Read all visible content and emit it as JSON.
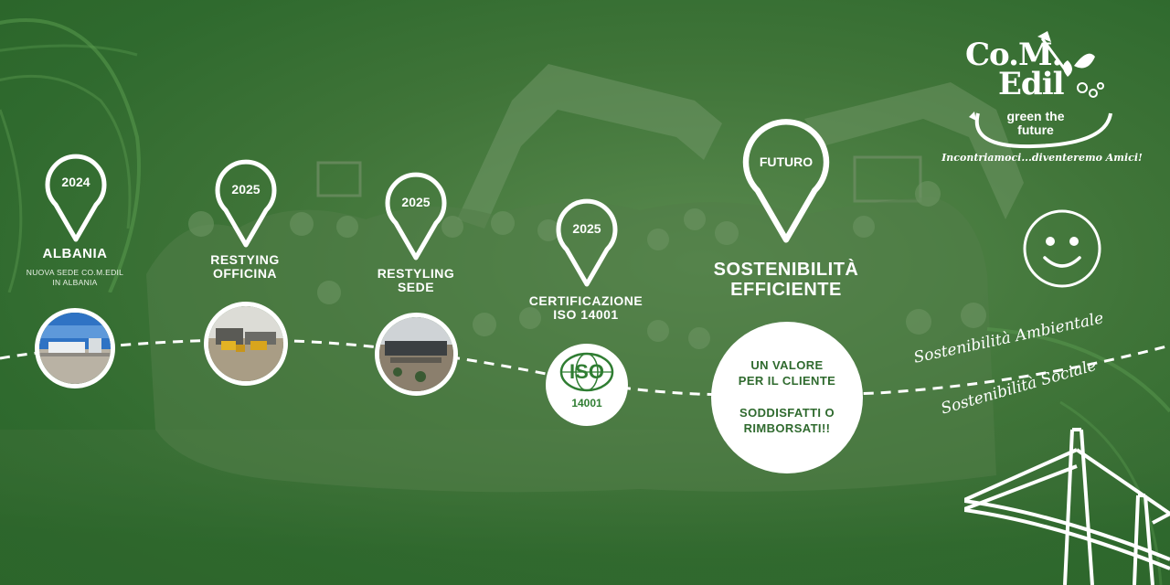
{
  "logo": {
    "brand_line1": "Co.M.",
    "brand_line2": "Edil",
    "tagline_1": "green the",
    "tagline_2": "future",
    "slogan": "Incontriamoci...diventeremo Amici!"
  },
  "milestones": [
    {
      "year": "2024",
      "title": "ALBANIA",
      "subtitle_1": "NUOVA SEDE CO.M.EDIL",
      "subtitle_2": "IN ALBANIA"
    },
    {
      "year": "2025",
      "title_1": "RESTYING",
      "title_2": "OFFICINA"
    },
    {
      "year": "2025",
      "title_1": "RESTYLING",
      "title_2": "SEDE"
    },
    {
      "year": "2025",
      "title_1": "CERTIFICAZIONE",
      "title_2": "ISO 14001"
    },
    {
      "year": "FUTURO",
      "title_1": "SOSTENIBILITÀ",
      "title_2": "EFFICIENTE"
    }
  ],
  "iso_badge": {
    "label": "ISO",
    "number": "14001"
  },
  "value_circle": {
    "line_1": "UN VALORE",
    "line_2": "PER IL CLIENTE",
    "line_3": "SODDISFATTI O",
    "line_4": "RIMBORSATI!!"
  },
  "script_texts": {
    "environmental": "Sostenibilità Ambientale",
    "social": "Sostenibilità Sociale"
  },
  "colors": {
    "background": "#3f7438",
    "accent": "#ffffff",
    "iso_green": "#2f7d32"
  },
  "icons": [
    "location-pin-icon",
    "smiley-icon",
    "bridge-icon",
    "globe-lines-icon"
  ]
}
